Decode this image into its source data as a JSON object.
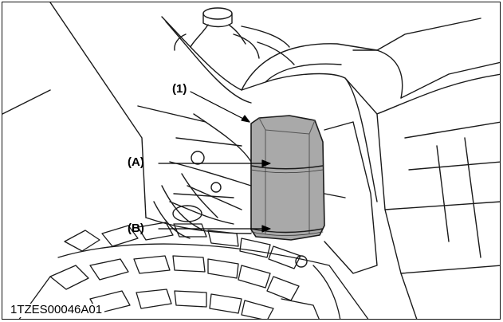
{
  "figure": {
    "callouts": {
      "part_1": "(1)",
      "point_a": "(A)",
      "point_b": "(B)"
    },
    "caption": "1TZES00046A01"
  }
}
